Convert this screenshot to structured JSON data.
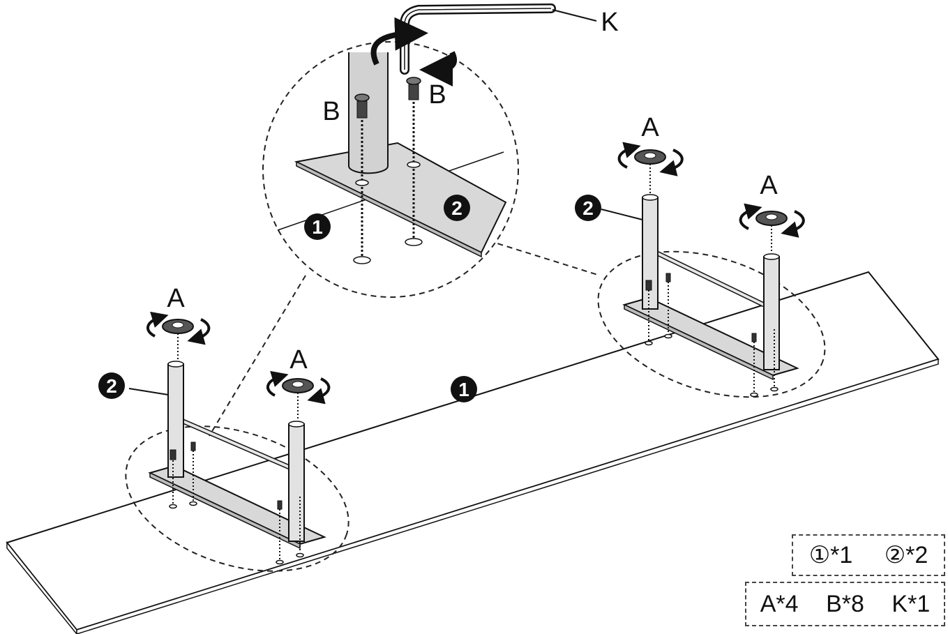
{
  "labels": {
    "board": "1",
    "leg": "2",
    "leveler": "A",
    "screw": "B",
    "key": "K"
  },
  "parts_list": {
    "row1": [
      "①*1",
      "②*2"
    ],
    "row2": [
      "A*4",
      "B*8",
      "K*1"
    ]
  },
  "colors": {
    "ink": "#111111",
    "metal": "#dcdcdc",
    "board": "#ffffff"
  }
}
